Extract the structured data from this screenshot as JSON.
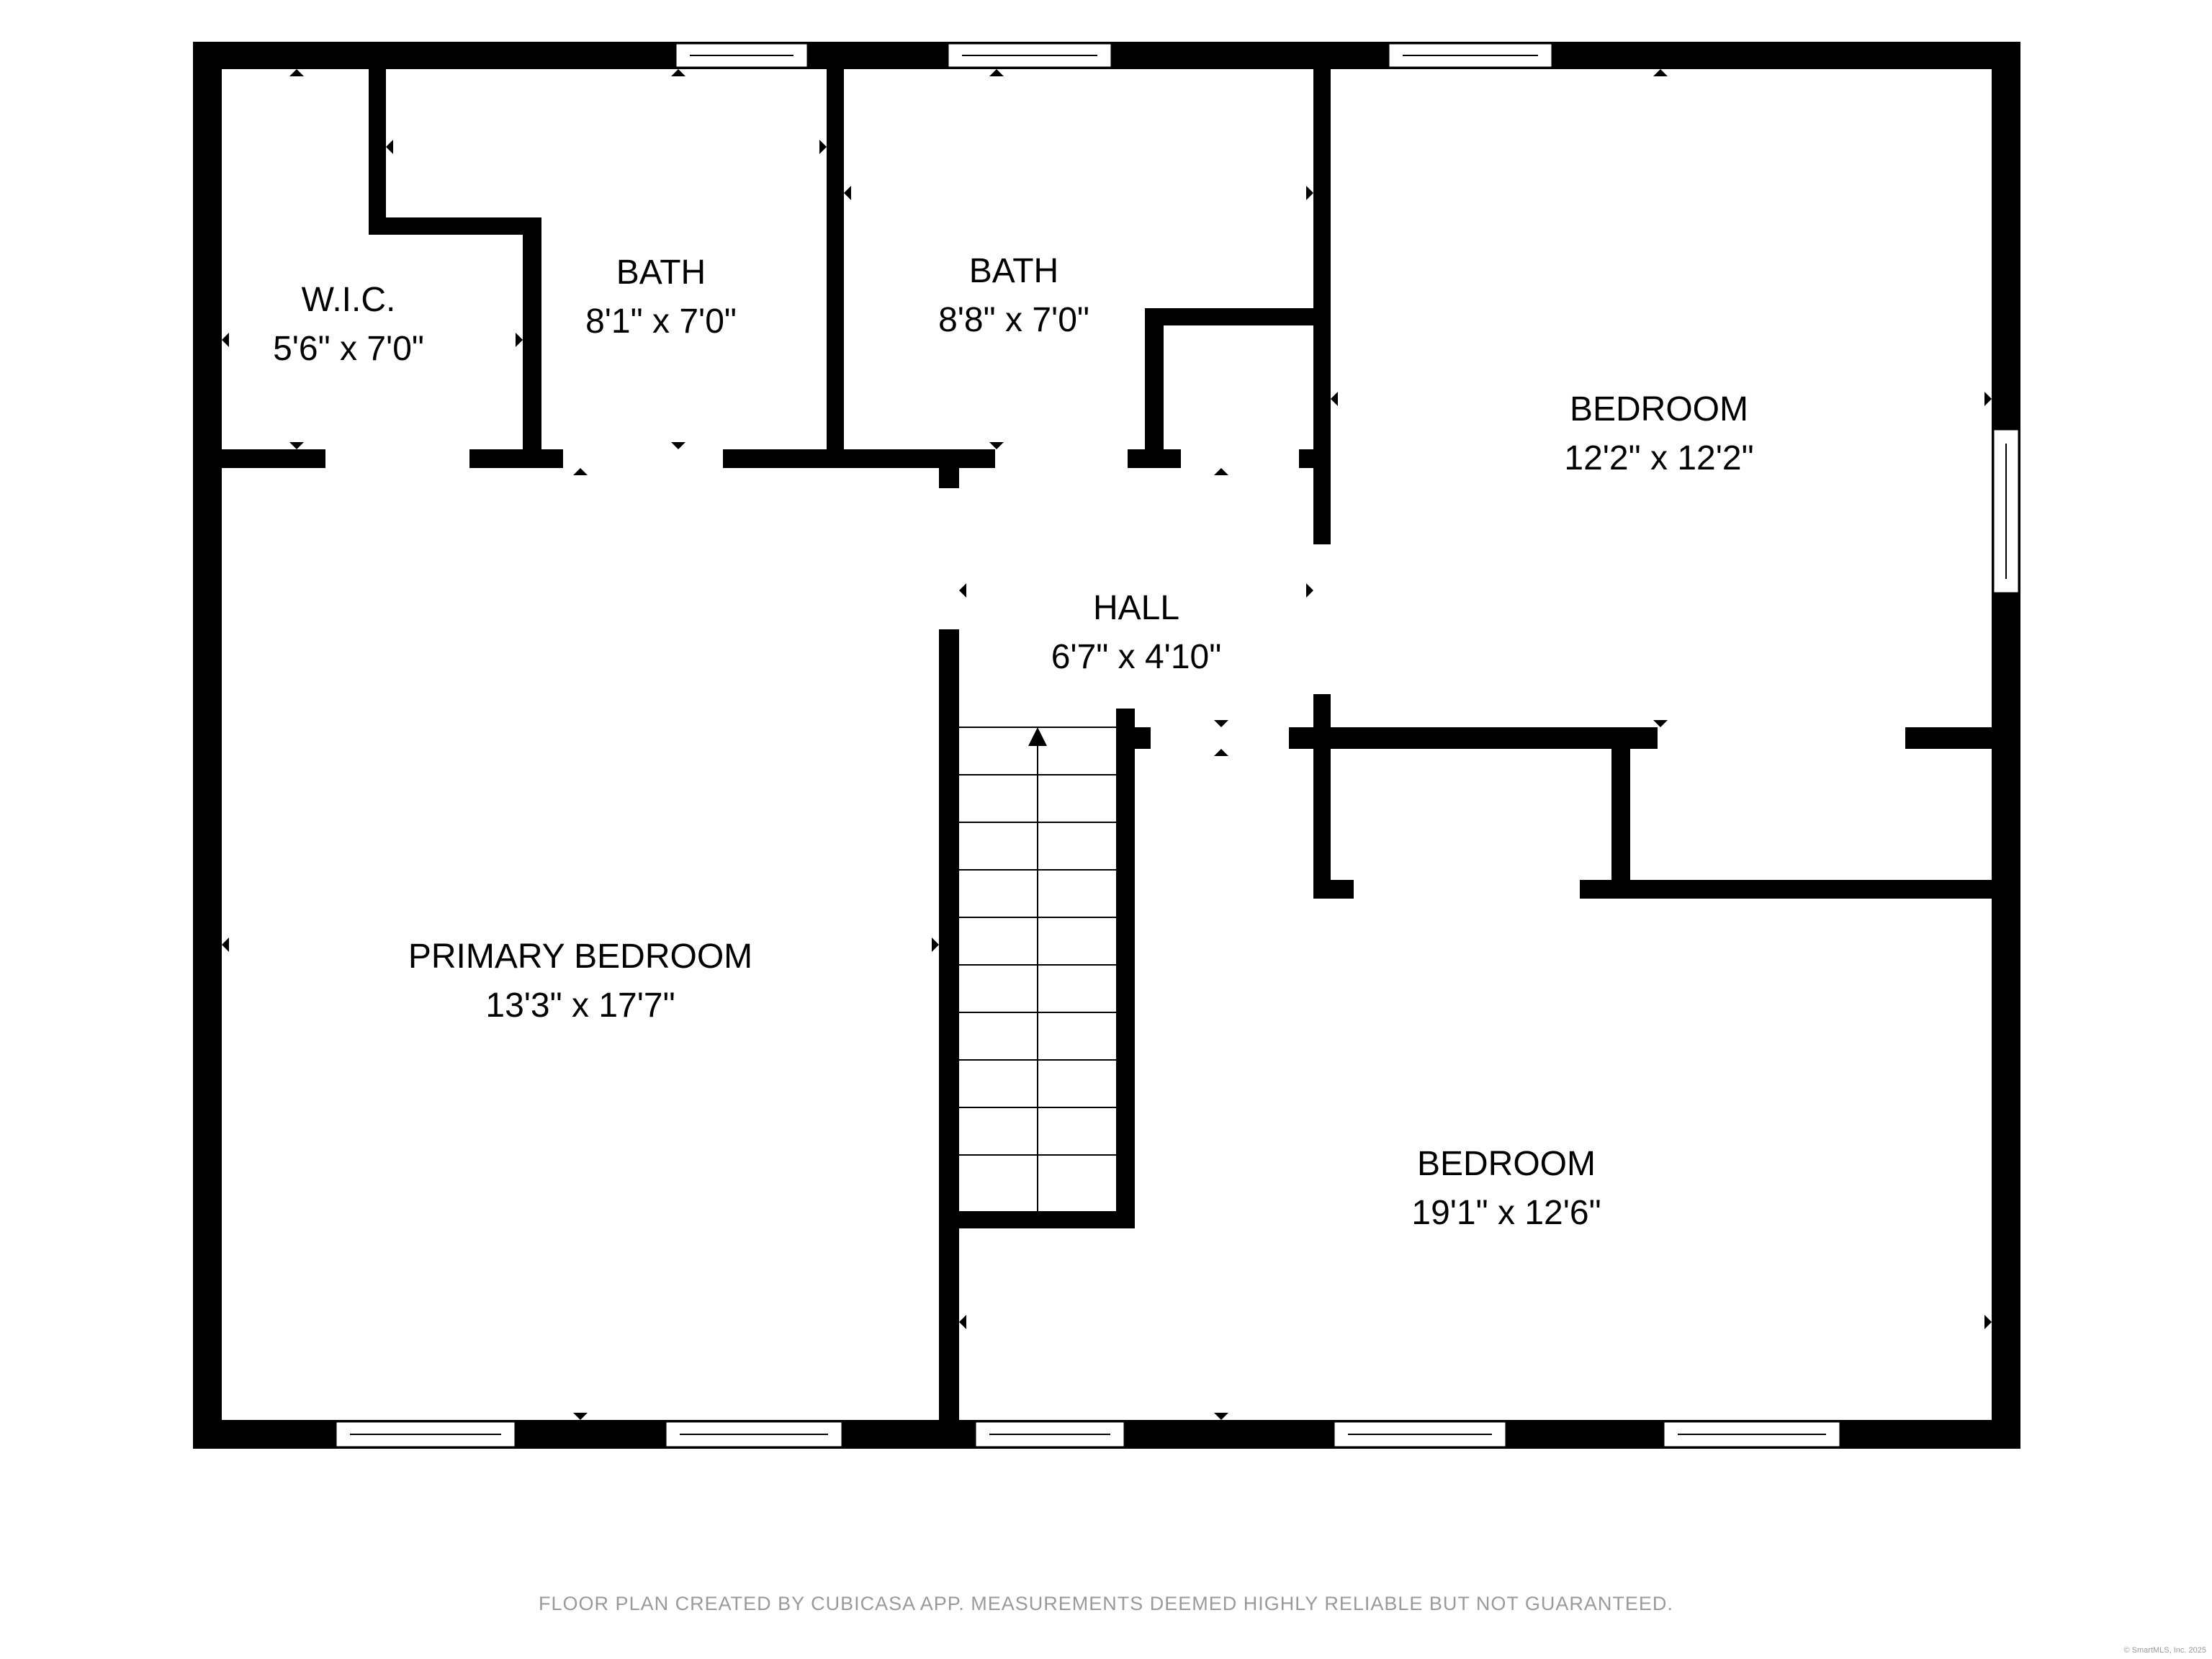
{
  "rooms": {
    "wic": {
      "name": "W.I.C.",
      "size": "5'6\" x 7'0\""
    },
    "bath_left": {
      "name": "BATH",
      "size": "8'1\" x 7'0\""
    },
    "bath_right": {
      "name": "BATH",
      "size": "8'8\" x 7'0\""
    },
    "bedroom_ne": {
      "name": "BEDROOM",
      "size": "12'2\" x 12'2\""
    },
    "hall": {
      "name": "HALL",
      "size": "6'7\" x 4'10\""
    },
    "primary_bedroom": {
      "name": "PRIMARY BEDROOM",
      "size": "13'3\" x 17'7\""
    },
    "bedroom_se": {
      "name": "BEDROOM",
      "size": "19'1\" x 12'6\""
    }
  },
  "footer": {
    "note": "FLOOR PLAN CREATED BY CUBICASA APP. MEASUREMENTS DEEMED HIGHLY RELIABLE BUT NOT GUARANTEED.",
    "copyright": "© SmartMLS, Inc. 2025"
  },
  "colors": {
    "wall": "#000000",
    "background": "#ffffff",
    "footer_text": "#9a9a9a"
  }
}
